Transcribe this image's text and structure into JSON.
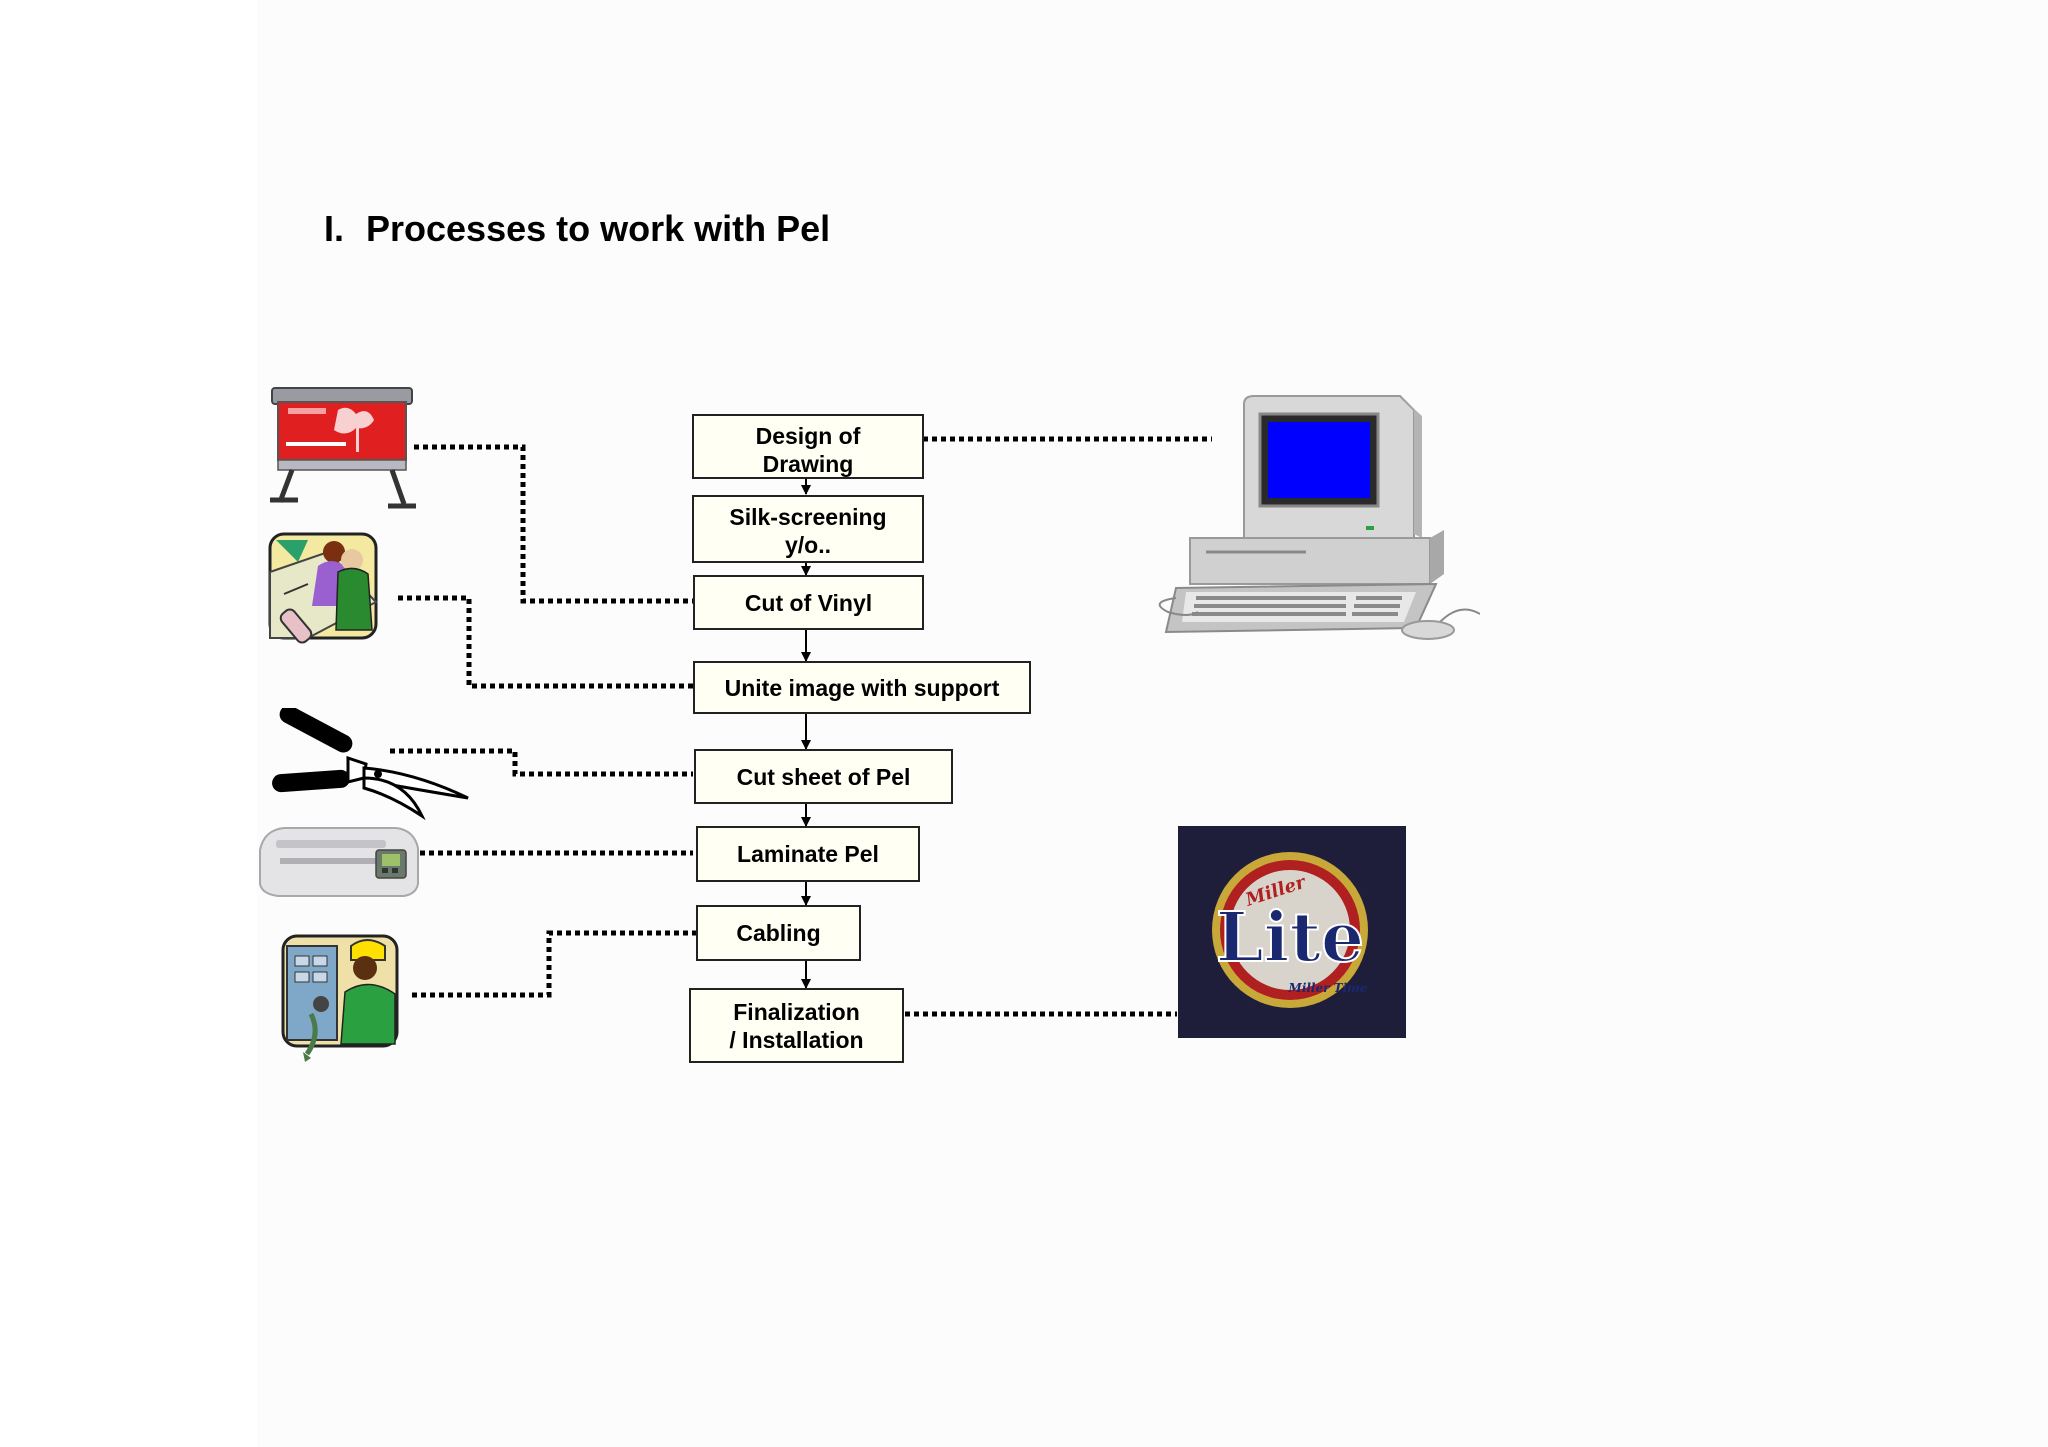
{
  "title": {
    "number": "I.",
    "text": "Processes to work with Pel"
  },
  "steps": [
    {
      "id": "design",
      "label": "Design of\nDrawing"
    },
    {
      "id": "silk",
      "label": "Silk-screening\ny/o.."
    },
    {
      "id": "cut-vinyl",
      "label": "Cut of Vinyl"
    },
    {
      "id": "unite",
      "label": "Unite image with support"
    },
    {
      "id": "cut-sheet",
      "label": "Cut sheet of Pel"
    },
    {
      "id": "laminate",
      "label": "Laminate Pel"
    },
    {
      "id": "cabling",
      "label": "Cabling"
    },
    {
      "id": "final",
      "label": "Finalization\n/ Installation"
    }
  ],
  "illustrations": [
    {
      "name": "vinyl-plotter-icon",
      "links_to": "Cut of Vinyl"
    },
    {
      "name": "drafting-worker-icon",
      "links_to": "Unite image with support"
    },
    {
      "name": "scissors-icon",
      "links_to": "Cut sheet of Pel"
    },
    {
      "name": "laminator-icon",
      "links_to": "Laminate Pel"
    },
    {
      "name": "electrician-icon",
      "links_to": "Cabling"
    },
    {
      "name": "computer-icon",
      "links_to": "Design of Drawing"
    },
    {
      "name": "miller-lite-sign-icon",
      "links_to": "Finalization / Installation"
    }
  ],
  "logo_text": {
    "brand_top": "Miller",
    "brand_main": "Lite",
    "brand_bottom": "Miller Time"
  },
  "colors": {
    "box_fill": "#fffff4",
    "logo_bg": "#1e1e3a",
    "screen": "#0000ff",
    "plotter": "#e02020"
  }
}
